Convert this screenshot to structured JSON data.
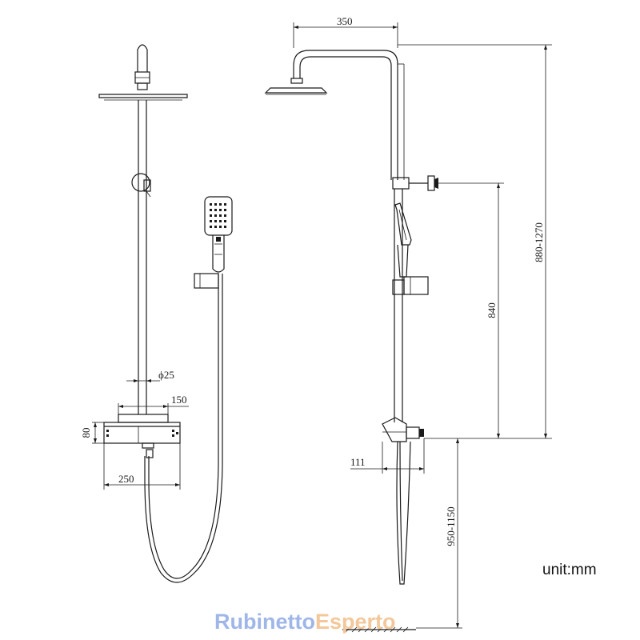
{
  "dimensions": {
    "arm_length": "350",
    "slide_height": "880-1270",
    "holder_height": "840",
    "pipe_diameter": "ϕ25",
    "mixer_spacing": "150",
    "mixer_height": "80",
    "mixer_width": "250",
    "wall_offset": "111",
    "install_height": "950-1150"
  },
  "unit_label": "unit:mm",
  "watermark": {
    "part1": "Rubinetto",
    "part2": "Esperto"
  }
}
